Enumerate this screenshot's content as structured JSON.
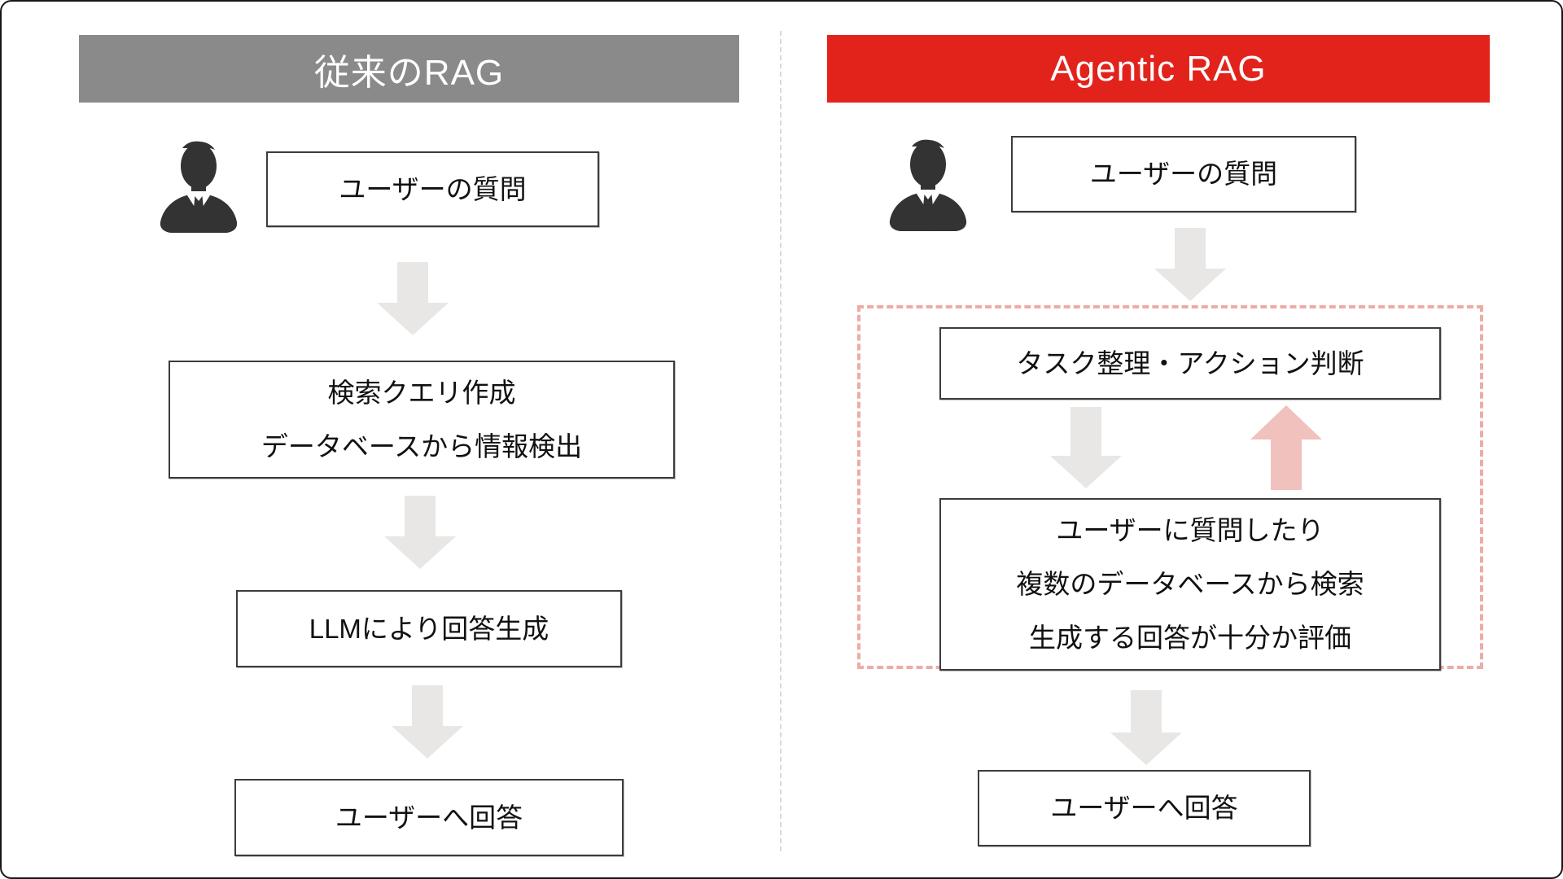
{
  "colors": {
    "left_header_bg": "#8a8a8a",
    "right_header_bg": "#e2231c",
    "arrow_gray": "#e8e7e5",
    "arrow_pink": "#f0c1bd",
    "loop_border": "#edaca7",
    "divider": "#d9d9d9",
    "box_border": "#3c3c3c",
    "text": "#111111",
    "icon": "#333333"
  },
  "left": {
    "header": "従来のRAG",
    "question_box": "ユーザーの質問",
    "retrieval_box": [
      "検索クエリ作成",
      "データベースから情報検出"
    ],
    "llm_box": "LLMにより回答生成",
    "answer_box": "ユーザーへ回答"
  },
  "right": {
    "header": "Agentic RAG",
    "question_box": "ユーザーの質問",
    "task_box": "タスク整理・アクション判断",
    "loop_box": [
      "ユーザーに質問したり",
      "複数のデータベースから検索",
      "生成する回答が十分か評価"
    ],
    "answer_box": "ユーザーへ回答"
  }
}
